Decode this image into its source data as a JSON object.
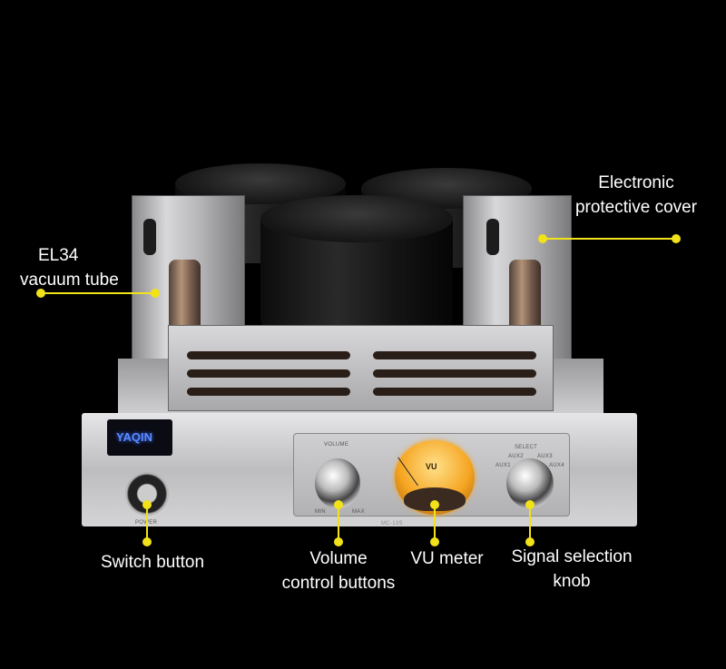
{
  "callouts": {
    "cover": {
      "line1": "Electronic",
      "line2": "protective cover"
    },
    "tube": {
      "line1": "EL34",
      "line2": "vacuum tube"
    },
    "switch": {
      "line1": "Switch button"
    },
    "volume": {
      "line1": "Volume",
      "line2": "control buttons"
    },
    "vu": {
      "line1": "VU meter"
    },
    "select": {
      "line1": "Signal selection",
      "line2": "knob"
    }
  },
  "panel": {
    "logo": "YAQIN",
    "power": "POWER",
    "volume": "VOLUME",
    "min": "MIN",
    "max": "MAX",
    "vu": "VU",
    "select": "SELECT",
    "aux1": "AUX1",
    "aux2": "AUX2",
    "aux3": "AUX3",
    "aux4": "AUX4",
    "model": "MC-13S"
  },
  "colors": {
    "callout": "#f2e21a",
    "background": "#000000",
    "vu_glow": "#f5a623",
    "display": "#3a6bff"
  }
}
